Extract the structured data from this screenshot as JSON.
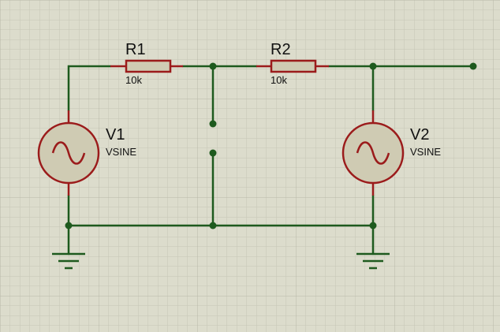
{
  "schematic": {
    "components": [
      {
        "ref": "R1",
        "value": "10k",
        "kind": "resistor"
      },
      {
        "ref": "R2",
        "value": "10k",
        "kind": "resistor"
      },
      {
        "ref": "V1",
        "value": "VSINE",
        "kind": "sine-source"
      },
      {
        "ref": "V2",
        "value": "VSINE",
        "kind": "sine-source"
      }
    ],
    "colors": {
      "background": "#dcdccc",
      "grid_minor": "#c6c6b6",
      "grid_major": "#b8b8a8",
      "wire": "#1e5a1e",
      "component": "#9b1b1b",
      "source_fill": "#cfcbb3",
      "text": "#111111"
    }
  }
}
